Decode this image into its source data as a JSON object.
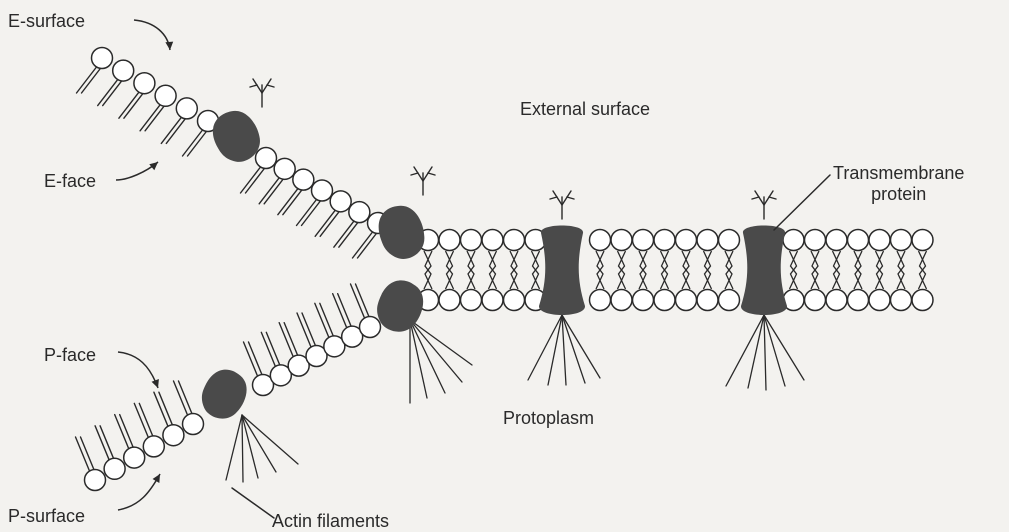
{
  "labels": {
    "e_surface": "E-surface",
    "e_face": "E-face",
    "external_surface": "External surface",
    "transmembrane_line1": "Transmembrane",
    "transmembrane_line2": "protein",
    "p_face": "P-face",
    "p_surface": "P-surface",
    "protoplasm": "Protoplasm",
    "actin_filaments": "Actin filaments"
  },
  "colors": {
    "ink": "#2a2a2a",
    "protein": "#4a4a4a",
    "head_fill": "#ffffff",
    "background": "#f3f2ef"
  }
}
